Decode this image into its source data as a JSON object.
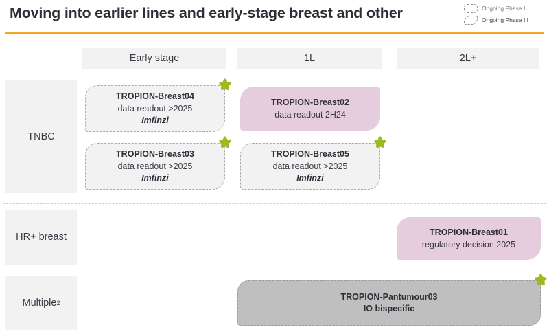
{
  "header": {
    "title": "Moving into earlier lines and early-stage breast and other",
    "rule_color": "#f5a623",
    "legend": [
      {
        "label": "Ongoing Phase II",
        "icon": "dashed-rounded-box-icon"
      },
      {
        "label": "Ongoing Phase III",
        "icon": "dashed-speech-box-icon"
      }
    ]
  },
  "columns": [
    {
      "id": "early",
      "label": "Early stage"
    },
    {
      "id": "1l",
      "label": "1L"
    },
    {
      "id": "2lplus",
      "label": "2L+"
    }
  ],
  "rows": [
    {
      "id": "tnbc",
      "label": "TNBC",
      "footnote": ""
    },
    {
      "id": "hr",
      "label": "HR+ breast",
      "footnote": ""
    },
    {
      "id": "multiple",
      "label": "Multiple",
      "footnote": "2"
    }
  ],
  "boxes": {
    "breast04": {
      "title": "TROPION-Breast04",
      "subtitle": "data readout >2025",
      "drug": "Imfinzi",
      "style": "phase3",
      "star": true
    },
    "breast03": {
      "title": "TROPION-Breast03",
      "subtitle": "data readout >2025",
      "drug": "Imfinzi",
      "style": "phase3",
      "star": true
    },
    "breast02": {
      "title": "TROPION-Breast02",
      "subtitle": "data readout 2H24",
      "drug": "",
      "style": "solid-pink",
      "star": false
    },
    "breast05": {
      "title": "TROPION-Breast05",
      "subtitle": "data readout >2025",
      "drug": "Imfinzi",
      "style": "phase3",
      "star": true
    },
    "breast01": {
      "title": "TROPION-Breast01",
      "subtitle": "regulatory decision 2025",
      "drug": "",
      "style": "solid-pink",
      "star": false
    },
    "pantumour03": {
      "title": "TROPION-Pantumour03",
      "subtitle": "IO bispecific",
      "drug": "",
      "style": "solid-grey",
      "star": true
    }
  },
  "colors": {
    "accent_orange": "#f5a623",
    "star_green": "#9dbb21",
    "pink_fill": "#e5cddd",
    "grey_fill": "#bfbfbf",
    "panel_grey": "#f2f2f2"
  }
}
